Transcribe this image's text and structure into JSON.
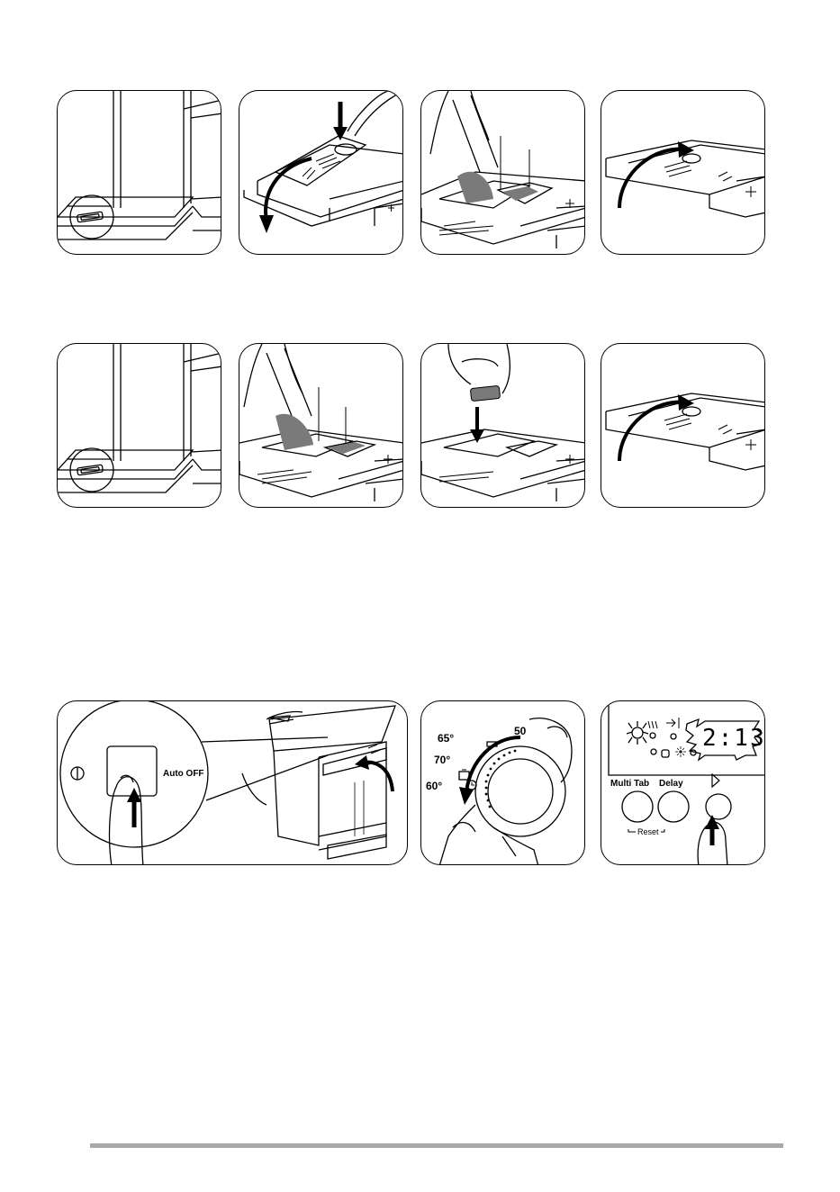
{
  "controls": {
    "auto_off_label": "Auto OFF",
    "dial_temps": [
      "65°",
      "70°",
      "60°"
    ],
    "dial_top_partial": "50",
    "display_time": "2:13",
    "multi_tab_label": "Multi Tab",
    "delay_label": "Delay",
    "reset_label": "Reset"
  }
}
